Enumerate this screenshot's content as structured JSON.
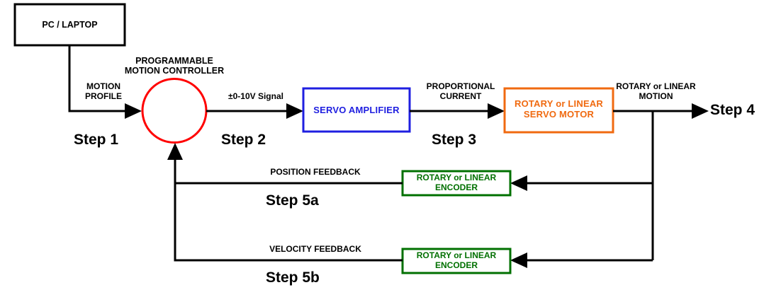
{
  "diagram": {
    "title": "Servo motion control system block diagram",
    "colors": {
      "pc_box_border": "#000000",
      "controller_circle": "#ff0000",
      "amplifier_border": "#1f1fe0",
      "amplifier_text": "#1f1fe0",
      "motor_border": "#f06a10",
      "motor_text": "#f06a10",
      "encoder_border": "#007000",
      "encoder_text": "#007000",
      "line": "#000000",
      "background": "#ffffff"
    },
    "nodes": {
      "pc": {
        "label": "PC / LAPTOP"
      },
      "controller": {
        "title": "PROGRAMMABLE\nMOTION CONTROLLER",
        "shape": "circle"
      },
      "amplifier": {
        "label": "SERVO AMPLIFIER"
      },
      "motor": {
        "label": "ROTARY or LINEAR\nSERVO MOTOR"
      },
      "encoder_position": {
        "label": "ROTARY or LINEAR\nENCODER"
      },
      "encoder_velocity": {
        "label": "ROTARY or LINEAR\nENCODER"
      }
    },
    "edges": {
      "motion_profile": {
        "label": "MOTION\nPROFILE"
      },
      "signal": {
        "label": "±0-10V Signal"
      },
      "proportional_current": {
        "label": "PROPORTIONAL\nCURRENT"
      },
      "motion_out": {
        "label": "ROTARY or LINEAR\nMOTION"
      },
      "position_feedback": {
        "label": "POSITION FEEDBACK"
      },
      "velocity_feedback": {
        "label": "VELOCITY FEEDBACK"
      }
    },
    "steps": {
      "step1": "Step 1",
      "step2": "Step 2",
      "step3": "Step 3",
      "step4": "Step 4",
      "step5a": "Step 5a",
      "step5b": "Step 5b"
    }
  }
}
